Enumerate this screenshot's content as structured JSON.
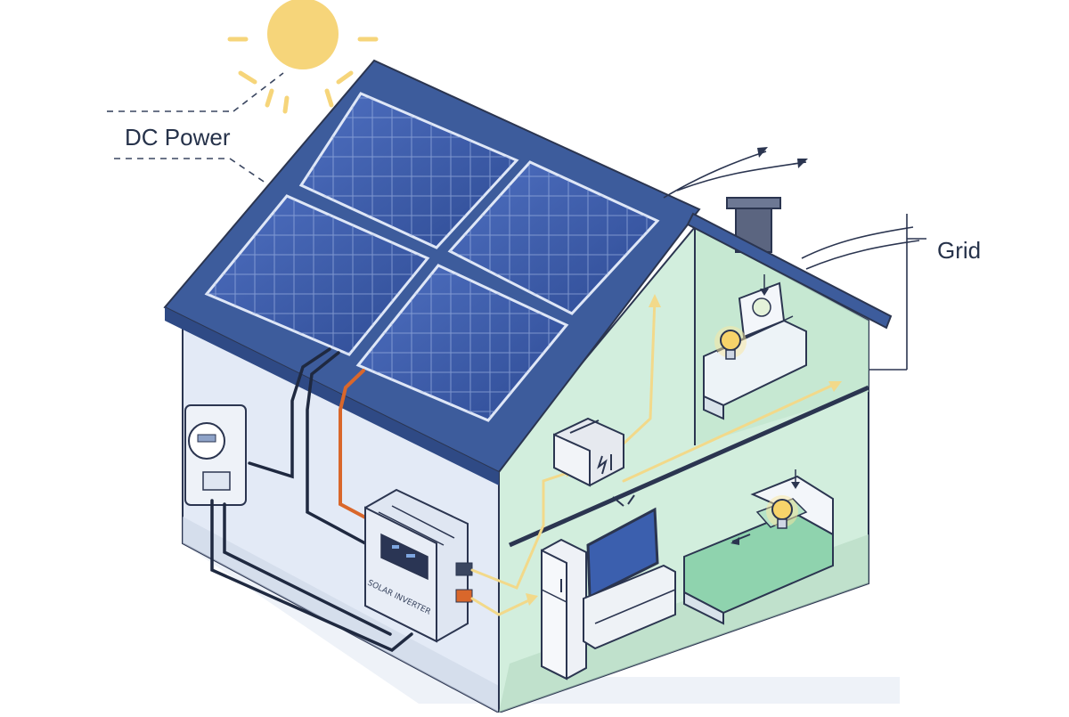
{
  "labels": {
    "dc_power": "DC Power",
    "grid": "Grid",
    "inverter_plate": "SOLAR INVERTER"
  },
  "colors": {
    "roof": "#3d5c9c",
    "roof_edge": "#2f4a85",
    "panel": "#3a5aa8",
    "wall": "#e3eaf6",
    "interior": "#d2eedd",
    "energy_flow": "#f2d98a",
    "sun": "#f6d57a",
    "dc_cable": "#1f2940",
    "ac_cable": "#d9672b",
    "outline": "#2b3550"
  },
  "icons": [
    "sun-icon",
    "lightbulb-icon",
    "electric-meter-icon",
    "solar-inverter-icon",
    "breaker-box-icon",
    "tv-icon",
    "refrigerator-icon",
    "bed-icon",
    "chimney-icon"
  ]
}
